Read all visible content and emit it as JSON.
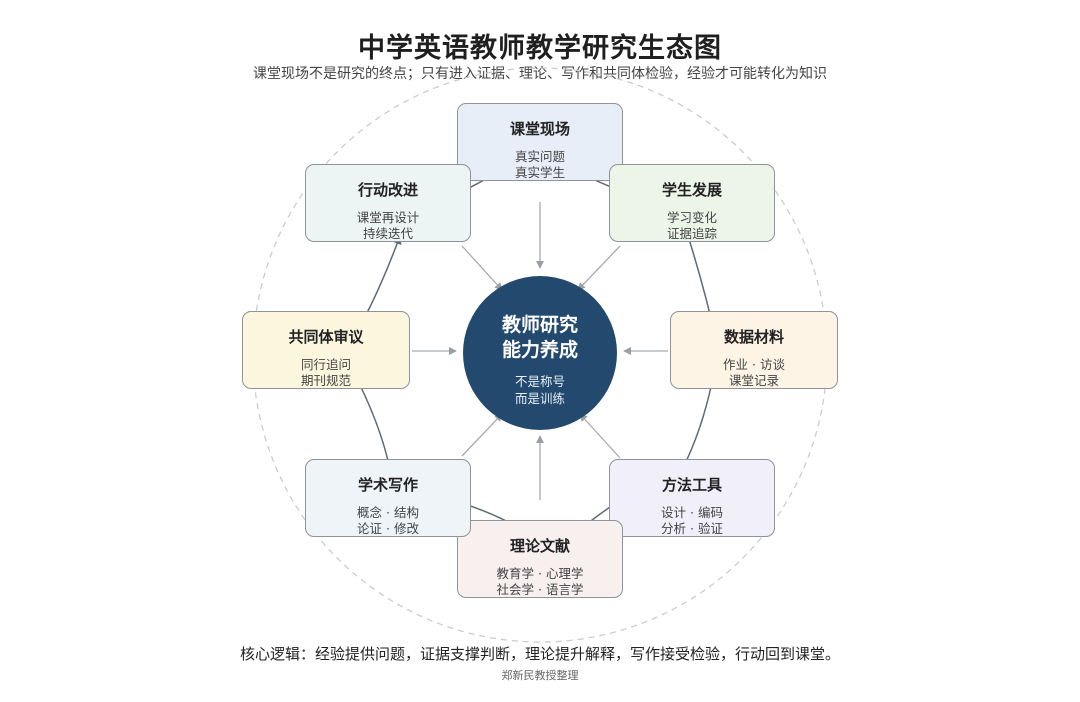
{
  "title": "中学英语教师教学研究生态图",
  "subtitle": "课堂现场不是研究的终点；只有进入证据、理论、写作和共同体检验，经验才可能转化为知识",
  "center": {
    "title_line1": "教师研究",
    "title_line2": "能力养成",
    "sub_line1": "不是称号",
    "sub_line2": "而是训练",
    "color": "#234a6e"
  },
  "nodes": {
    "classroom": {
      "title": "课堂现场",
      "lines": [
        "真实问题",
        "真实学生"
      ],
      "color": "#e8eef8"
    },
    "student": {
      "title": "学生发展",
      "lines": [
        "学习变化",
        "证据追踪"
      ],
      "color": "#edf5e9"
    },
    "data": {
      "title": "数据材料",
      "lines": [
        "作业 · 访谈",
        "课堂记录"
      ],
      "color": "#fdf4e6"
    },
    "method": {
      "title": "方法工具",
      "lines": [
        "设计 · 编码",
        "分析 · 验证"
      ],
      "color": "#f1eff9"
    },
    "theory": {
      "title": "理论文献",
      "lines": [
        "教育学 · 心理学",
        "社会学 · 语言学"
      ],
      "color": "#f8efef"
    },
    "writing": {
      "title": "学术写作",
      "lines": [
        "概念 · 结构",
        "论证 · 修改"
      ],
      "color": "#eef4f8"
    },
    "community": {
      "title": "共同体审议",
      "lines": [
        "同行追问",
        "期刊规范"
      ],
      "color": "#fdf6df"
    },
    "action": {
      "title": "行动改进",
      "lines": [
        "课堂再设计",
        "持续迭代"
      ],
      "color": "#ecf4f4"
    }
  },
  "footer": "核心逻辑：经验提供问题，证据支撑判断，理论提升解释，写作接受检验，行动回到课堂。",
  "credit": "郑新民教授整理"
}
